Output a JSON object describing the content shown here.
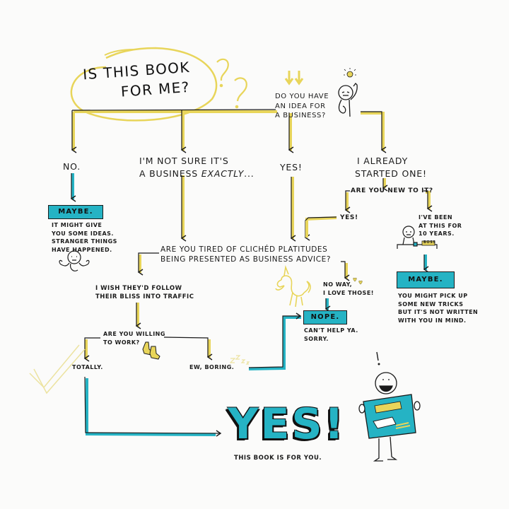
{
  "title": "Is this book for me?",
  "question_marks": [
    "?",
    "?"
  ],
  "colors": {
    "accent_yellow": "#e8d55a",
    "accent_teal": "#25b3c4",
    "ink": "#1a1a1a",
    "background": "#fbfbfa"
  },
  "start_question": {
    "lines": [
      "Do you have",
      "an idea for",
      "a business?"
    ],
    "icon": "person-lightbulb-icon"
  },
  "branches": {
    "no": {
      "label": "No.",
      "result": {
        "box": "Maybe.",
        "lines": [
          "It might give",
          "you some ideas.",
          "Stranger things",
          "have happened."
        ],
        "icon": "shrugging-person-icon"
      }
    },
    "not_sure": {
      "line1": "I'm not sure it's",
      "line2_prefix": "a business",
      "line2_emphasis": "exactly",
      "line2_suffix": "..."
    },
    "yes": {
      "label": "Yes!"
    },
    "already": {
      "lines": [
        "I already",
        "started one!"
      ],
      "question": "Are you new to it?",
      "yes_label": "Yes!",
      "veteran": {
        "lines": [
          "I've been",
          "at this for",
          "10 years."
        ],
        "icon": "person-at-desk-icon",
        "desk_sign": "Boss",
        "result": {
          "box": "Maybe.",
          "lines": [
            "You might pick up",
            "some new tricks",
            "but it's not written",
            "with you in mind."
          ]
        }
      }
    }
  },
  "platitudes": {
    "lines": [
      "Are you tired of clichéd platitudes",
      "being presented as business advice?"
    ],
    "no_branch": {
      "lines": [
        "No way,",
        "I love those!"
      ],
      "icon": "unicorn-icon",
      "result": {
        "box": "Nope.",
        "lines": [
          "Can't help ya.",
          "Sorry."
        ]
      }
    },
    "yes_branch": {
      "lines": [
        "I wish they'd follow",
        "their bliss into traffic"
      ],
      "work_question": [
        "Are you willing",
        "to work?"
      ],
      "work_icon": "work-boots-icon",
      "totally": "Totally.",
      "boring": "Ew, boring.",
      "zzz": "z z z z"
    }
  },
  "final": {
    "big": "YES!",
    "sub": "This book is for you.",
    "exclaim": "!",
    "icon": "person-holding-book-icon",
    "check_icon": "checkmark-icon"
  }
}
